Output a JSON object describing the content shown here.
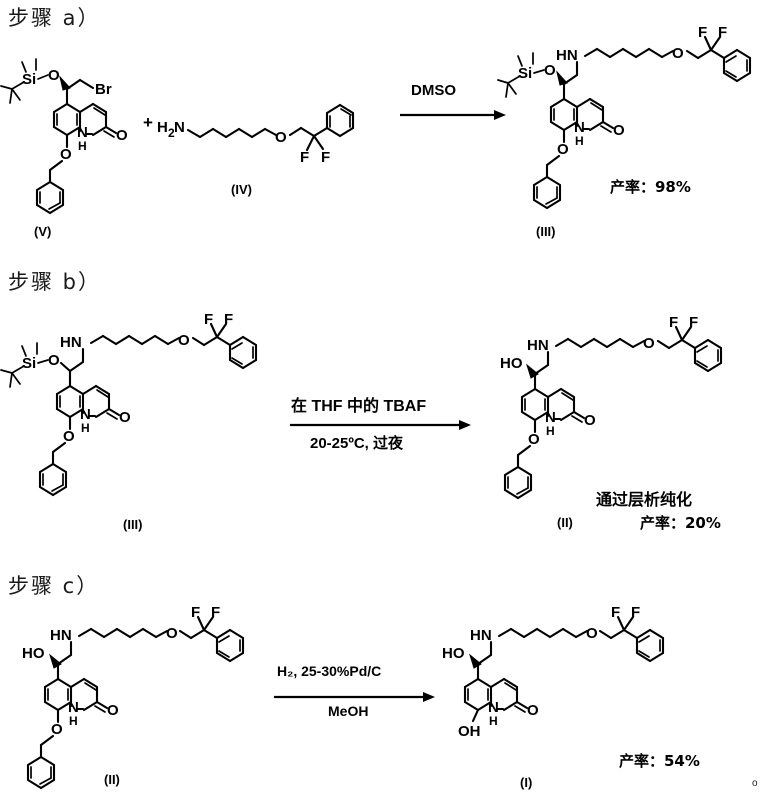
{
  "document": {
    "type": "chemical-reaction-scheme",
    "language": "zh-CN",
    "corner_mark": "o"
  },
  "steps": [
    {
      "id": "a",
      "header": "步骤 a）",
      "reactants": [
        {
          "label": "(V)",
          "name": "TBS-protected 5-(2-bromo-1-silyloxyethyl)-8-benzyloxyquinolin-2(1H)-one"
        },
        {
          "label": "(IV)",
          "name": "6-(2,2-difluoro-2-phenylethoxy)hexan-1-amine"
        }
      ],
      "plus": "+",
      "conditions": {
        "above": "DMSO",
        "below": ""
      },
      "product": {
        "label": "(III)",
        "yield": "产率：98%"
      }
    },
    {
      "id": "b",
      "header": "步骤 b）",
      "reactants": [
        {
          "label": "(III)",
          "name": "silyl-protected amino alcohol quinolinone"
        }
      ],
      "conditions": {
        "above": "在 THF 中的 TBAF",
        "below": "20-25ºC, 过夜"
      },
      "product": {
        "label": "(II)",
        "yield": "产率：20%",
        "note": "通过层析纯化"
      }
    },
    {
      "id": "c",
      "header": "步骤 c）",
      "reactants": [
        {
          "label": "(II)",
          "name": "8-benzyloxy amino alcohol quinolinone"
        }
      ],
      "conditions": {
        "above": "H₂, 25-30%Pd/C",
        "below": "MeOH"
      },
      "product": {
        "label": "(I)",
        "yield": "产率：54%"
      }
    }
  ],
  "atoms": {
    "si": "Si",
    "o": "O",
    "n": "N",
    "h": "H",
    "hn": "HN",
    "nh": "N",
    "br": "Br",
    "f": "F",
    "ho": "HO",
    "oh": "OH",
    "h2n": "H",
    "h2n_sub": "2",
    "h2n_rest": "N"
  }
}
